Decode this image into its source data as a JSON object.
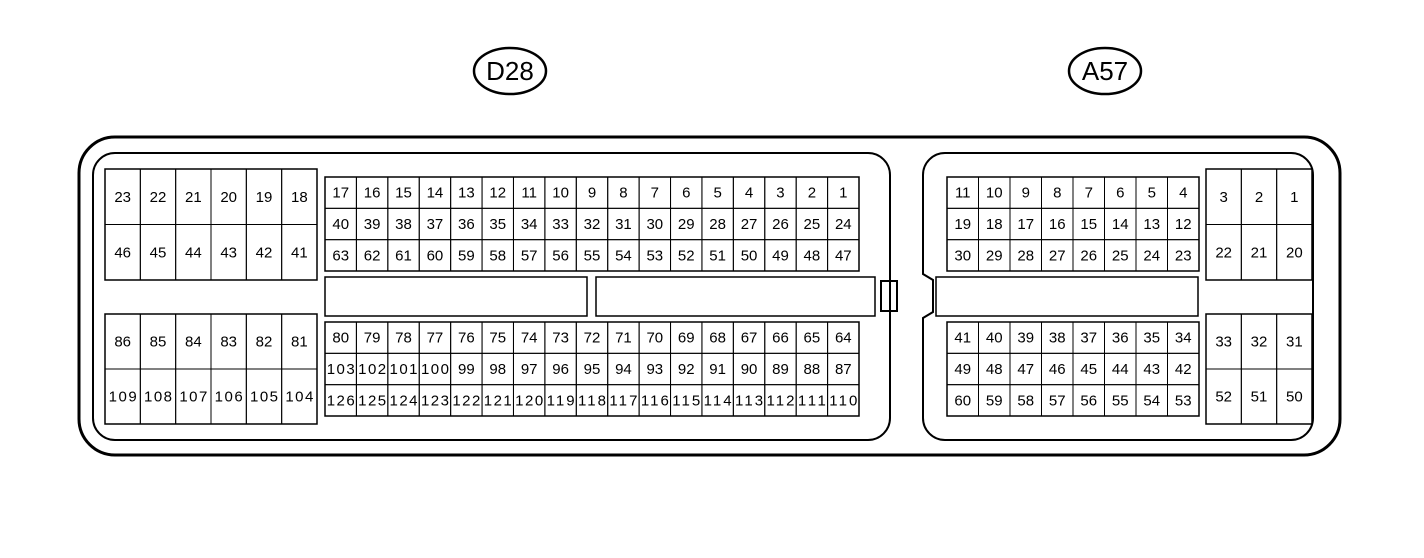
{
  "connectors": [
    {
      "id": "d28",
      "label": "D28",
      "blocks": [
        {
          "id": "d28-top-left",
          "rows": [
            [
              "23",
              "22",
              "21",
              "20",
              "19",
              "18"
            ],
            [
              "46",
              "45",
              "44",
              "43",
              "42",
              "41"
            ]
          ]
        },
        {
          "id": "d28-top-main",
          "rows": [
            [
              "17",
              "16",
              "15",
              "14",
              "13",
              "12",
              "11",
              "10",
              "9",
              "8",
              "7",
              "6",
              "5",
              "4",
              "3",
              "2",
              "1"
            ],
            [
              "40",
              "39",
              "38",
              "37",
              "36",
              "35",
              "34",
              "33",
              "32",
              "31",
              "30",
              "29",
              "28",
              "27",
              "26",
              "25",
              "24"
            ],
            [
              "63",
              "62",
              "61",
              "60",
              "59",
              "58",
              "57",
              "56",
              "55",
              "54",
              "53",
              "52",
              "51",
              "50",
              "49",
              "48",
              "47"
            ]
          ]
        },
        {
          "id": "d28-bottom-left",
          "rows": [
            [
              "86",
              "85",
              "84",
              "83",
              "82",
              "81"
            ],
            [
              "109",
              "108",
              "107",
              "106",
              "105",
              "104"
            ]
          ]
        },
        {
          "id": "d28-bottom-main",
          "rows": [
            [
              "80",
              "79",
              "78",
              "77",
              "76",
              "75",
              "74",
              "73",
              "72",
              "71",
              "70",
              "69",
              "68",
              "67",
              "66",
              "65",
              "64"
            ],
            [
              "103",
              "102",
              "101",
              "100",
              "99",
              "98",
              "97",
              "96",
              "95",
              "94",
              "93",
              "92",
              "91",
              "90",
              "89",
              "88",
              "87"
            ],
            [
              "126",
              "125",
              "124",
              "123",
              "122",
              "121",
              "120",
              "119",
              "118",
              "117",
              "116",
              "115",
              "114",
              "113",
              "112",
              "111",
              "110"
            ]
          ]
        }
      ]
    },
    {
      "id": "a57",
      "label": "A57",
      "blocks": [
        {
          "id": "a57-top-main",
          "rows": [
            [
              "11",
              "10",
              "9",
              "8",
              "7",
              "6",
              "5",
              "4"
            ],
            [
              "19",
              "18",
              "17",
              "16",
              "15",
              "14",
              "13",
              "12"
            ],
            [
              "30",
              "29",
              "28",
              "27",
              "26",
              "25",
              "24",
              "23"
            ]
          ]
        },
        {
          "id": "a57-top-right",
          "rows": [
            [
              "3",
              "2",
              "1"
            ],
            [
              "22",
              "21",
              "20"
            ]
          ]
        },
        {
          "id": "a57-bottom-main",
          "rows": [
            [
              "41",
              "40",
              "39",
              "38",
              "37",
              "36",
              "35",
              "34"
            ],
            [
              "49",
              "48",
              "47",
              "46",
              "45",
              "44",
              "43",
              "42"
            ],
            [
              "60",
              "59",
              "58",
              "57",
              "56",
              "55",
              "54",
              "53"
            ]
          ]
        },
        {
          "id": "a57-bottom-right",
          "rows": [
            [
              "33",
              "32",
              "31"
            ],
            [
              "52",
              "51",
              "50"
            ]
          ]
        }
      ]
    }
  ]
}
